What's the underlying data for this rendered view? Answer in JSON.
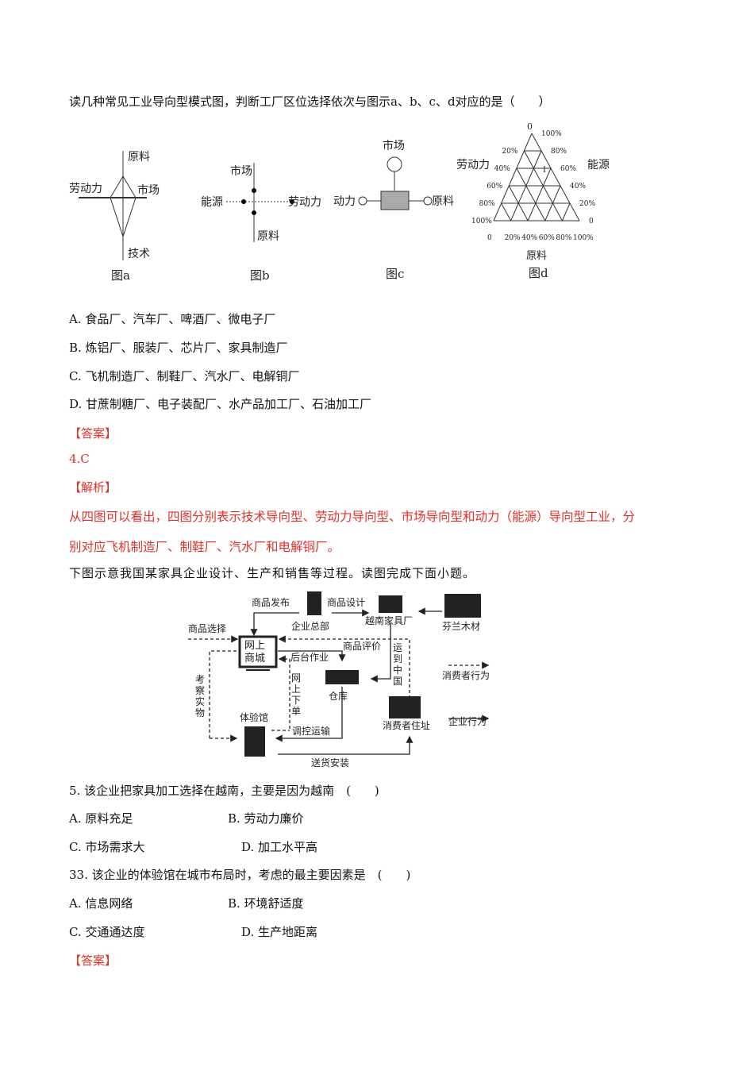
{
  "q4": {
    "stem": "读几种常见工业导向型模式图，判断工厂区位选择依次与图示a、b、c、d对应的是（　　）",
    "fig_a": {
      "top": "原料",
      "left": "劳动力",
      "right": "市场",
      "bottom": "技术",
      "caption": "图a"
    },
    "fig_b": {
      "top": "市场",
      "left": "能源",
      "right": "劳动力",
      "bottom": "原料",
      "caption": "图b"
    },
    "fig_c": {
      "top": "市场",
      "left": "动力",
      "right": "原料",
      "caption": "图c"
    },
    "fig_d": {
      "left_label": "劳动力",
      "right_label": "能源",
      "bottom_label": "原料",
      "apex": "0",
      "left_ticks": [
        "20%",
        "40%",
        "60%",
        "80%",
        "100%"
      ],
      "right_ticks": [
        "100%",
        "80%",
        "60%",
        "40%",
        "20%",
        "0"
      ],
      "bottom_ticks": [
        "0",
        "20%",
        "40%",
        "60%",
        "80%",
        "100%"
      ],
      "marker": "Ⅰ",
      "caption": "图d"
    },
    "options": [
      "A. 食品厂、汽车厂、啤酒厂、微电子厂",
      "B. 炼铝厂、服装厂、芯片厂、家具制造厂",
      "C. 飞机制造厂、制鞋厂、汽水厂、电解铜厂",
      "D. 甘蔗制糖厂、电子装配厂、水产品加工厂、石油加工厂"
    ],
    "answer_tag": "【答案】",
    "answer": "4.C",
    "analysis_tag": "【解析】",
    "analysis_1": "从四图可以看出，四图分别表示技术导向型、劳动力导向型、市场导向型和动力（能源）导向型工业，分",
    "analysis_2": "别对应飞机制造厂、制鞋厂、汽水厂和电解铜厂。"
  },
  "intro": "下图示意我国某家具企业设计、生产和销售等过程。读图完成下面小题。",
  "flow": {
    "publish": "商品发布",
    "design": "商品设计",
    "hq": "企业总部",
    "factory": "越南家具厂",
    "wood": "芬兰木材",
    "select": "商品选择",
    "mall": [
      "网上",
      "商城"
    ],
    "review": "商品评价",
    "backend": "后台作业",
    "ship": [
      "运",
      "到",
      "中",
      "国"
    ],
    "warehouse": "仓库",
    "order": [
      "网",
      "上",
      "下",
      "单"
    ],
    "inspect": [
      "考",
      "察",
      "实",
      "物"
    ],
    "showroom": "体验馆",
    "transport": "调控运输",
    "delivery": "送货安装",
    "address": "消费者住址",
    "legend_consumer": "消费者行为",
    "legend_company": "企业行为"
  },
  "q5": {
    "stem": "5. 该企业把家具加工选择在越南，主要是因为越南　(　　)",
    "options": [
      "A. 原料充足",
      "B. 劳动力廉价",
      "C. 市场需求大",
      "D. 加工水平高"
    ]
  },
  "q33": {
    "stem": "33. 该企业的体验馆在城市布局时，考虑的最主要因素是　(　　)",
    "options": [
      "A. 信息网络",
      "B. 环境舒适度",
      "C. 交通通达度",
      "D. 生产地距离"
    ]
  },
  "answer_tag_2": "【答案】",
  "colors": {
    "analysis": "#e0312a"
  }
}
